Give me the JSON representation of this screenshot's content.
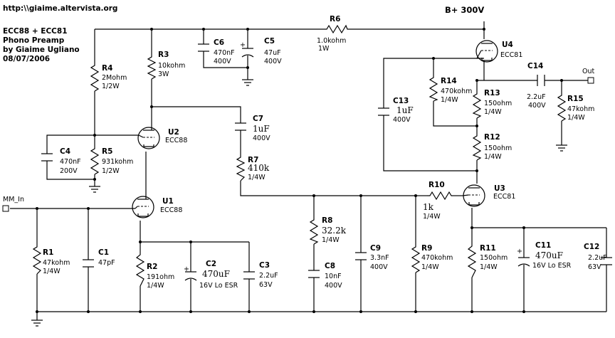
{
  "header": {
    "url": "http:\\\\giaime.altervista.org",
    "title_line1": "ECC88 + ECC81",
    "title_line2": "Phono Preamp",
    "author": "by Giaime Ugliano",
    "date": "08/07/2006"
  },
  "supply": {
    "label": "B+ 300V"
  },
  "ports": {
    "input": "MM_In",
    "output": "Out"
  },
  "components": {
    "R1": {
      "ref": "R1",
      "value": "47kohm",
      "rating": "1/4W"
    },
    "R2": {
      "ref": "R2",
      "value": "191ohm",
      "rating": "1/4W"
    },
    "R3": {
      "ref": "R3",
      "value": "10kohm",
      "rating": "3W"
    },
    "R4": {
      "ref": "R4",
      "value": "2Mohm",
      "rating": "1/2W"
    },
    "R5": {
      "ref": "R5",
      "value": "931kohm",
      "rating": "1/2W"
    },
    "R6": {
      "ref": "R6",
      "value": "1.0kohm",
      "rating": "1W"
    },
    "R7": {
      "ref": "R7",
      "value": "410k",
      "rating": "1/4W"
    },
    "R8": {
      "ref": "R8",
      "value": "32.2k",
      "rating": "1/4W"
    },
    "R9": {
      "ref": "R9",
      "value": "470kohm",
      "rating": "1/4W"
    },
    "R10": {
      "ref": "R10",
      "value": "1k",
      "rating": "1/4W"
    },
    "R11": {
      "ref": "R11",
      "value": "150ohm",
      "rating": "1/4W"
    },
    "R12": {
      "ref": "R12",
      "value": "150ohm",
      "rating": "1/4W"
    },
    "R13": {
      "ref": "R13",
      "value": "150ohm",
      "rating": "1/4W"
    },
    "R14": {
      "ref": "R14",
      "value": "470kohm",
      "rating": "1/4W"
    },
    "R15": {
      "ref": "R15",
      "value": "47kohm",
      "rating": "1/4W"
    },
    "C1": {
      "ref": "C1",
      "value": "47pF",
      "rating": ""
    },
    "C2": {
      "ref": "C2",
      "value": "470uF",
      "rating": "16V Lo ESR"
    },
    "C3": {
      "ref": "C3",
      "value": "2.2uF",
      "rating": "63V"
    },
    "C4": {
      "ref": "C4",
      "value": "470nF",
      "rating": "200V"
    },
    "C5": {
      "ref": "C5",
      "value": "47uF",
      "rating": "400V"
    },
    "C6": {
      "ref": "C6",
      "value": "470nF",
      "rating": "400V"
    },
    "C7": {
      "ref": "C7",
      "value": "1uF",
      "rating": "400V"
    },
    "C8": {
      "ref": "C8",
      "value": "10nF",
      "rating": "400V"
    },
    "C9": {
      "ref": "C9",
      "value": "3.3nF",
      "rating": "400V"
    },
    "C11": {
      "ref": "C11",
      "value": "470uF",
      "rating": "16V Lo ESR"
    },
    "C12": {
      "ref": "C12",
      "value": "2.2uF",
      "rating": "63V"
    },
    "C13": {
      "ref": "C13",
      "value": "1uF",
      "rating": "400V"
    },
    "C14": {
      "ref": "C14",
      "value": "2.2uF",
      "rating": "400V"
    },
    "U1": {
      "ref": "U1",
      "value": "ECC88"
    },
    "U2": {
      "ref": "U2",
      "value": "ECC88"
    },
    "U3": {
      "ref": "U3",
      "value": "ECC81"
    },
    "U4": {
      "ref": "U4",
      "value": "ECC81"
    }
  }
}
